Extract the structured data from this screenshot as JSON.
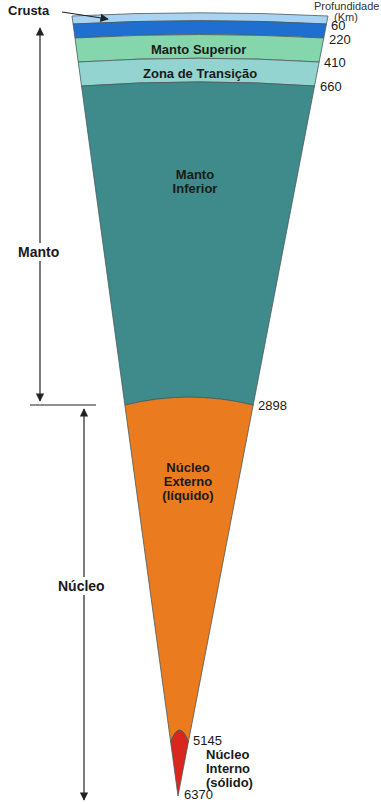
{
  "diagram": {
    "nodes": [
      {
        "text": [
          "Manto Superior"
        ]
      },
      {
        "text": [
          "Zona de Transição"
        ]
      },
      {
        "text": [
          "Manto Inferior"
        ]
      },
      {
        "text": [
          "Núcleo Externo (líquido)"
        ]
      },
      {
        "text": [
          "Núcleo Interno (sólido)"
        ]
      }
    ],
    "labels": [
      "Crusta",
      "Profundidade (Km)",
      "60",
      "220",
      "410",
      "660",
      "Manto",
      "2898",
      "Núcleo",
      "5145",
      "6370"
    ]
  }
}
